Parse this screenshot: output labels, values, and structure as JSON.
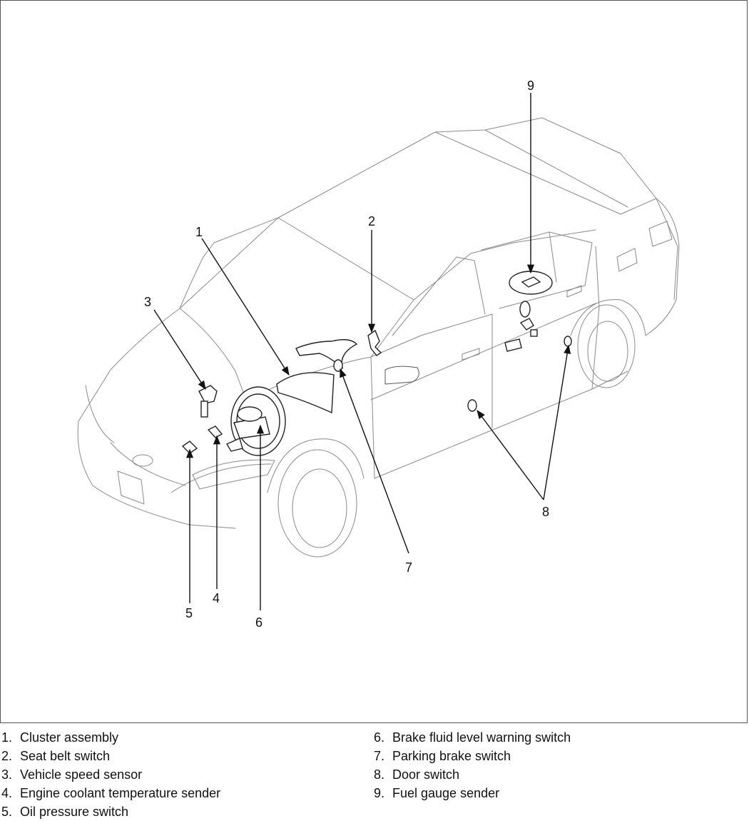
{
  "callouts": [
    {
      "num": "1",
      "label": "Cluster assembly"
    },
    {
      "num": "2",
      "label": "Seat belt switch"
    },
    {
      "num": "3",
      "label": "Vehicle speed sensor"
    },
    {
      "num": "4",
      "label": "Engine coolant temperature sender"
    },
    {
      "num": "5",
      "label": "Oil pressure switch"
    },
    {
      "num": "6",
      "label": "Brake fluid level warning switch"
    },
    {
      "num": "7",
      "label": "Parking brake switch"
    },
    {
      "num": "8",
      "label": "Door switch"
    },
    {
      "num": "9",
      "label": "Fuel gauge sender"
    }
  ],
  "legend": {
    "left": [
      {
        "num": "1.",
        "label": "Cluster assembly"
      },
      {
        "num": "2.",
        "label": "Seat belt switch"
      },
      {
        "num": "3.",
        "label": "Vehicle speed sensor"
      },
      {
        "num": "4.",
        "label": "Engine coolant temperature sender"
      },
      {
        "num": "5.",
        "label": "Oil pressure switch"
      }
    ],
    "right": [
      {
        "num": "6.",
        "label": "Brake fluid level warning switch"
      },
      {
        "num": "7.",
        "label": "Parking brake switch"
      },
      {
        "num": "8.",
        "label": "Door switch"
      },
      {
        "num": "9.",
        "label": "Fuel gauge sender"
      }
    ]
  }
}
